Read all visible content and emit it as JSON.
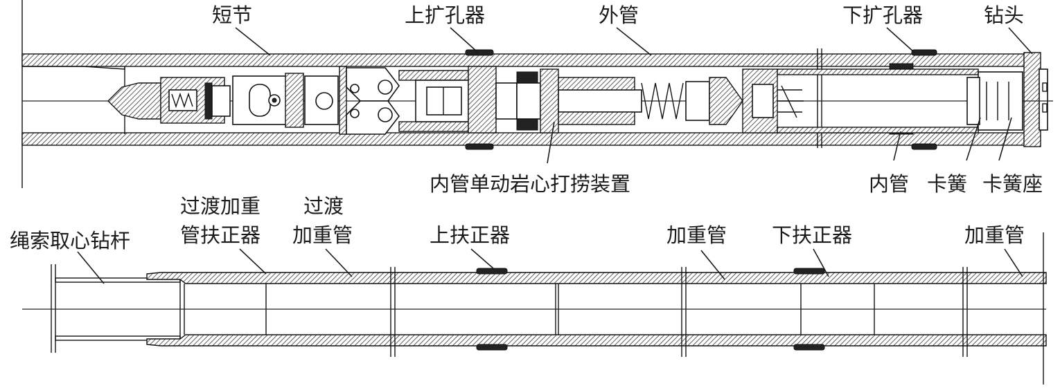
{
  "top_assembly": {
    "labels": {
      "short_sub": "短节",
      "upper_reamer": "上扩孔器",
      "outer_tube": "外管",
      "lower_reamer": "下扩孔器",
      "drill_bit": "钻头",
      "fishing_device": "内管单动岩心打捞装置",
      "inner_tube": "内管",
      "core_spring": "卡簧",
      "spring_seat": "卡簧座"
    }
  },
  "bottom_assembly": {
    "labels": {
      "wireline_rod": "绳索取心钻杆",
      "transition_stabilizer_line1": "过渡加重",
      "transition_stabilizer_line2": "管扶正器",
      "transition_collar_line1": "过渡",
      "transition_collar_line2": "加重管",
      "upper_stabilizer": "上扶正器",
      "drill_collar_mid": "加重管",
      "lower_stabilizer": "下扶正器",
      "drill_collar_right": "加重管"
    }
  },
  "colors": {
    "ink": "#111111",
    "background": "#ffffff"
  }
}
